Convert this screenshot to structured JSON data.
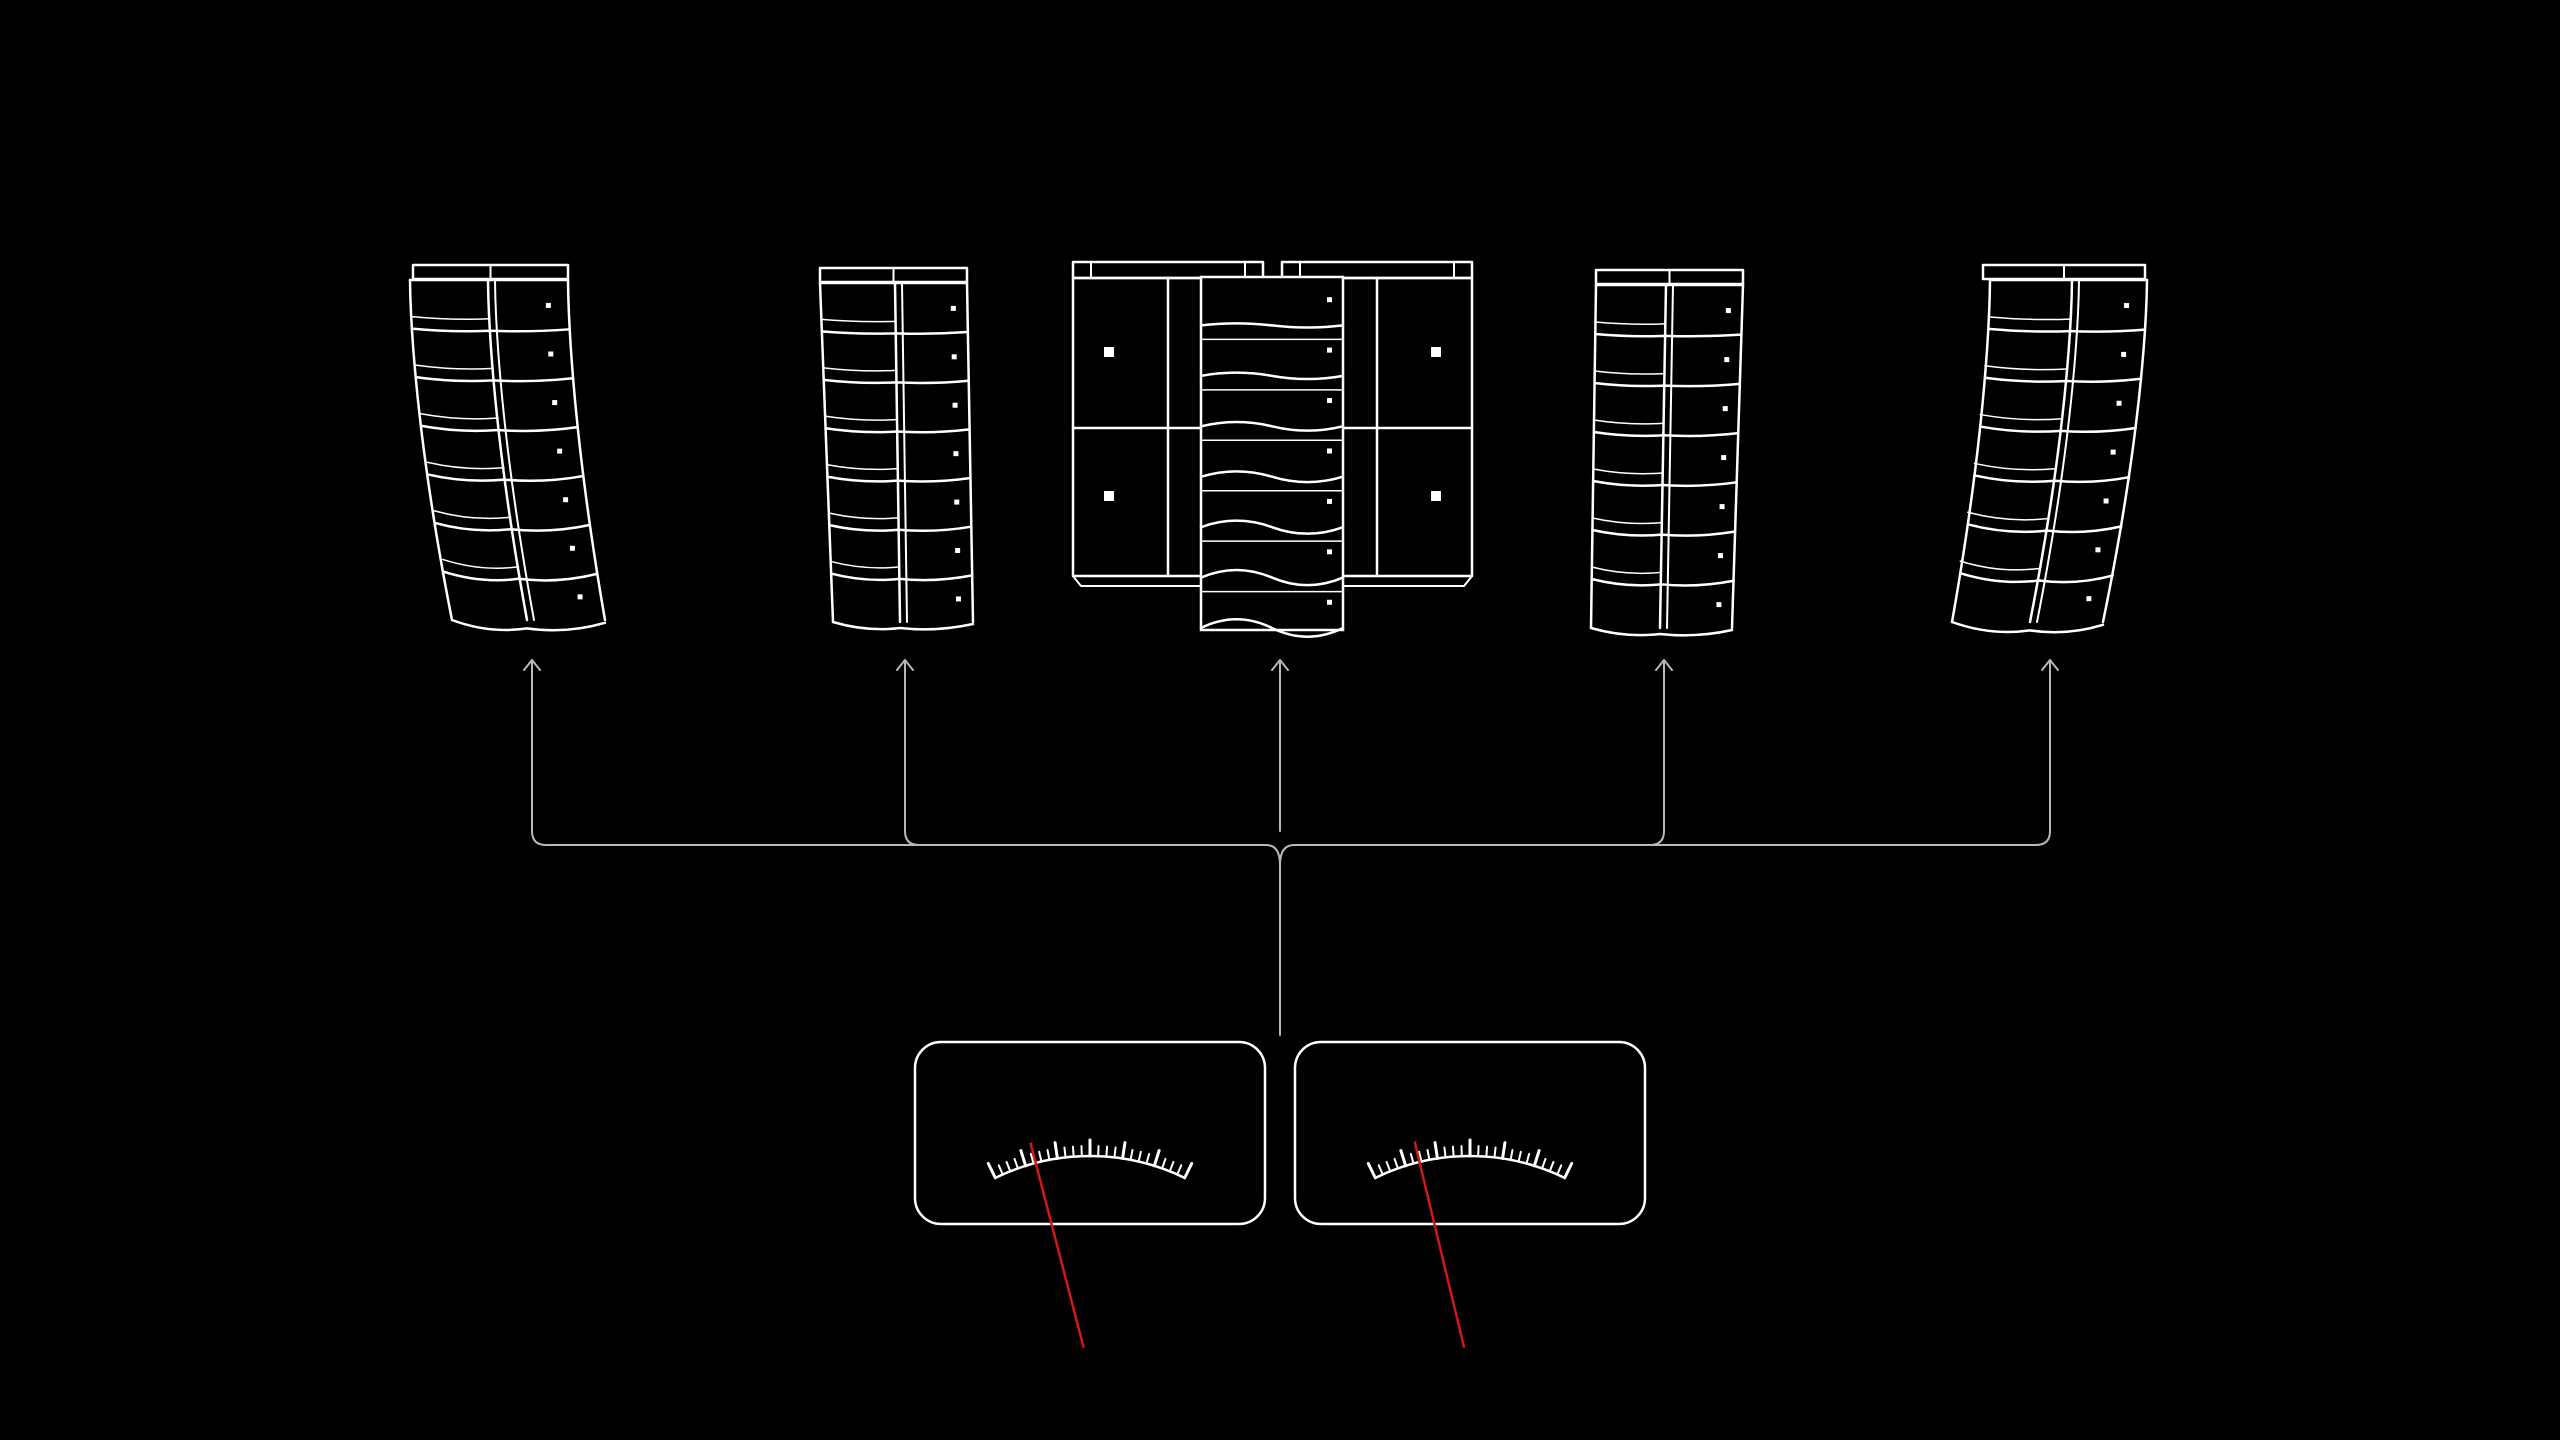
{
  "diagram": {
    "background_color": "#000000",
    "line_color": "#ffffff",
    "connector_color": "#b8b8b8",
    "needle_color": "#d01818",
    "speaker_arrays": [
      {
        "name": "far-left",
        "type": "curved line array",
        "cabinets": 7,
        "curve": "left"
      },
      {
        "name": "left",
        "type": "line array",
        "cabinets": 7,
        "curve": "straight"
      },
      {
        "name": "center",
        "type": "line array with flanking subwoofer stacks",
        "cabinets": 7,
        "subwoofer_stacks": 2
      },
      {
        "name": "right",
        "type": "line array",
        "cabinets": 7,
        "curve": "straight"
      },
      {
        "name": "far-right",
        "type": "curved line array",
        "cabinets": 7,
        "curve": "right"
      }
    ],
    "connector": {
      "type": "bracket",
      "arrow_icon": "up-arrow-icon",
      "targets": 5
    },
    "meters": [
      {
        "name": "vu-meter-left",
        "type": "analog VU meter",
        "level": 0.22
      },
      {
        "name": "vu-meter-right",
        "type": "analog VU meter",
        "level": 0.24
      }
    ]
  }
}
